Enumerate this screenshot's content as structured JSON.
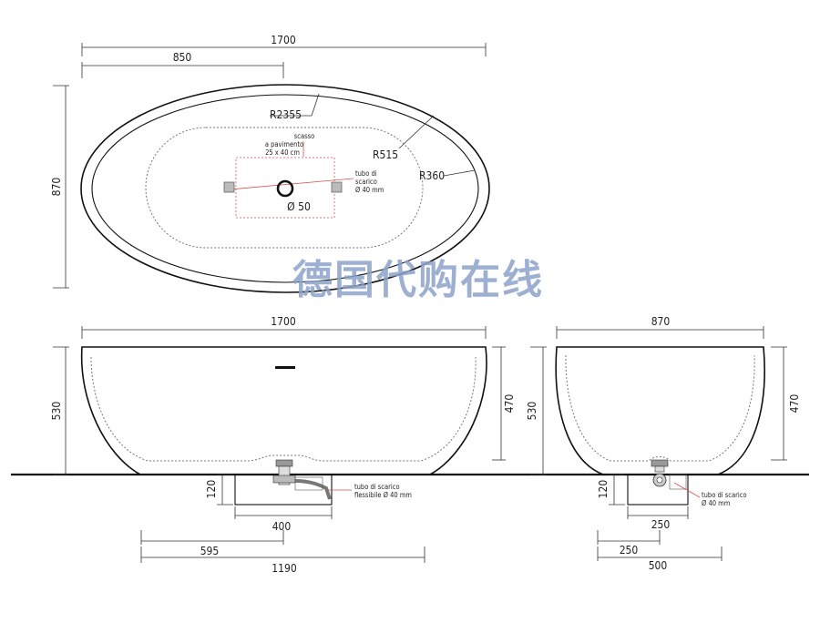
{
  "top_view": {
    "width_label": "1700",
    "half_width_label": "850",
    "height_label": "870",
    "r_outer_label": "R2355",
    "r_mid_label": "R515",
    "r_end_label": "R360",
    "cutout_label_1": "scasso",
    "cutout_label_2": "a pavimento",
    "cutout_label_3": "25 x 40 cm",
    "drain_label_1": "tubo di",
    "drain_label_2": "scarico",
    "drain_label_3": "Ø 40 mm",
    "hole_label": "Ø 50"
  },
  "watermark": "德国代购在线",
  "side_view": {
    "width_label": "1700",
    "height_label": "530",
    "inner_height_label": "470",
    "base_label": "120",
    "drain_label_1": "tubo di scarico",
    "drain_label_2": "flessibile Ø 40 mm",
    "pit_label": "400",
    "offset_label": "595",
    "total_label": "1190"
  },
  "end_view": {
    "width_label": "870",
    "height_label": "530",
    "inner_height_label": "470",
    "base_label": "120",
    "drain_label_1": "tubo di scarico",
    "drain_label_2": "Ø 40 mm",
    "pit_label": "250",
    "offset_label": "250",
    "total_label": "500"
  }
}
